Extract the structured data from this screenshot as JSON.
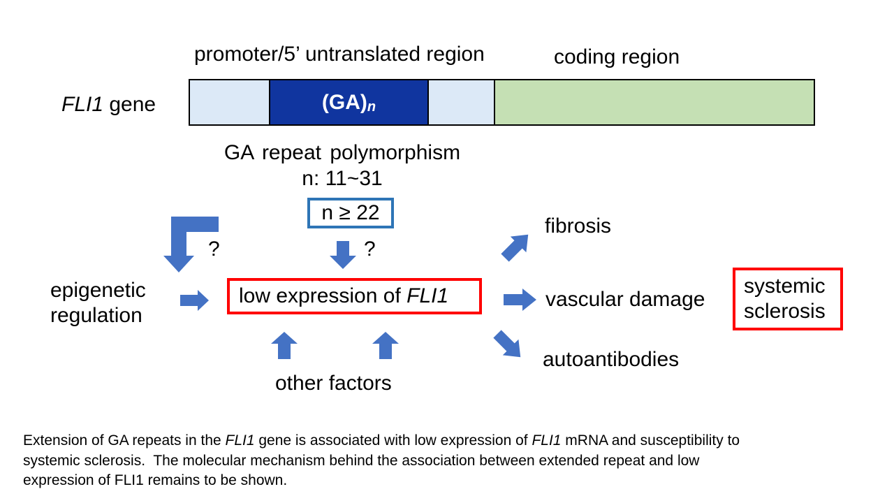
{
  "colors": {
    "arrow-blue": "#4472C4",
    "gene-dark-blue": "#10359F",
    "gene-light-blue": "#DCE9F7",
    "gene-green": "#C5E0B4",
    "threshold-border-blue": "#2E75B6",
    "highlight-red": "#FF0000"
  },
  "gene_diagram": {
    "promoter_label": "promoter/5’ untranslated region",
    "coding_label": "coding region",
    "gene_name": "FLI1",
    "gene_suffix": " gene",
    "ga_label": "(GA)",
    "ga_subscript": "n"
  },
  "polymorphism": {
    "title": "GA repeat polymorphism",
    "range": "n: 11~31",
    "threshold": "n ≥ 22"
  },
  "pathway": {
    "question_left": "?",
    "question_center": "?",
    "epigenetic_line1": "epigenetic",
    "epigenetic_line2": "regulation",
    "low_expression_prefix": "low expression of ",
    "low_expression_gene": "FLI1",
    "fibrosis": "fibrosis",
    "vascular_damage": "vascular damage",
    "autoantibodies": "autoantibodies",
    "other_factors": "other factors",
    "systemic_line1": "systemic",
    "systemic_line2": "sclerosis"
  },
  "caption": {
    "line1_a": "Extension of GA repeats in the ",
    "line1_gene1": "FLI1",
    "line1_b": " gene is associated with low expression of ",
    "line1_gene2": "FLI1",
    "line1_c": " mRNA and susceptibility to",
    "line2": "systemic sclerosis.  The molecular mechanism behind the association between extended repeat and low",
    "line3": "expression of FLI1 remains to be shown."
  }
}
